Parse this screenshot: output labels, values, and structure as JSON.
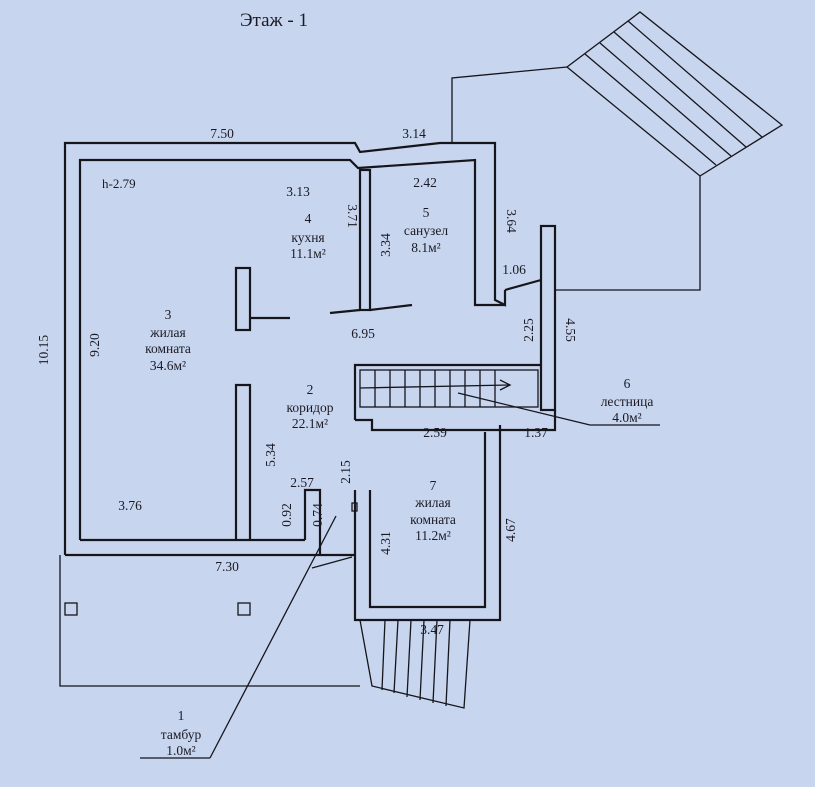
{
  "title": "Этаж - 1",
  "ceiling_height": "h-2.79",
  "rooms": [
    {
      "num": "1",
      "name": "тамбур",
      "area": "1.0м²"
    },
    {
      "num": "2",
      "name": "коридор",
      "area": "22.1м²"
    },
    {
      "num": "3",
      "name": "жилая комната",
      "name_line1": "жилая",
      "name_line2": "комната",
      "area": "34.6м²"
    },
    {
      "num": "4",
      "name": "кухня",
      "area": "11.1м²"
    },
    {
      "num": "5",
      "name": "санузел",
      "area": "8.1м²"
    },
    {
      "num": "6",
      "name": "лестница",
      "area": "4.0м²"
    },
    {
      "num": "7",
      "name": "жилая комната",
      "name_line1": "жилая",
      "name_line2": "комната",
      "area": "11.2м²"
    }
  ],
  "dimensions": {
    "top_left": "7.50",
    "top_right": "3.14",
    "kitchen_width": "3.13",
    "kitchen_height": "3.71",
    "bath_left": "3.34",
    "bath_width": "2.42",
    "bath_right": "3.64",
    "step": "1.06",
    "stair_h": "2.25",
    "stair_outer": "4.55",
    "corridor_len": "6.95",
    "outer_height": "10.15",
    "living_height": "9.20",
    "living_bottom": "3.76",
    "corridor_h": "5.34",
    "niche_w": "2.57",
    "niche_h1": "0.92",
    "niche_h2": "0.74",
    "door_gap": "2.15",
    "bottom_total": "7.30",
    "room7_top": "2.59",
    "stair_bottom": "1.37",
    "room7_left": "4.31",
    "room7_right": "4.67",
    "porch": "3.47"
  }
}
